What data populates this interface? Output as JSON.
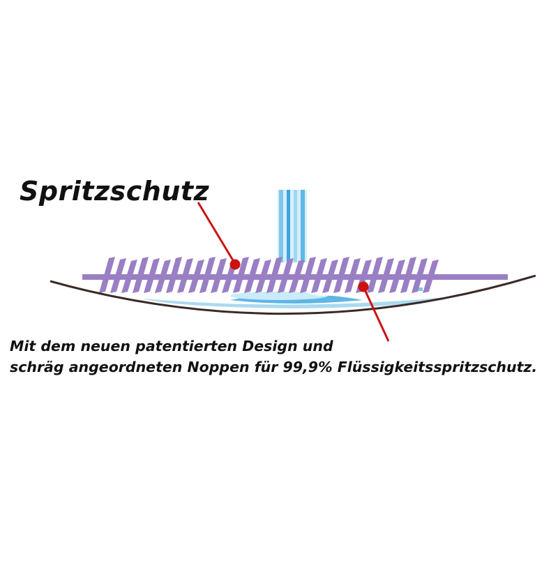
{
  "diagram": {
    "label": "Spritzschutz",
    "caption_lines": [
      "Mit dem neuen patentierten Design und",
      "schräg angeordneten Noppen für 99,9% Flüssigkeitsspritzschutz."
    ],
    "colors": {
      "background": "#ffffff",
      "text": "#111111",
      "bowl_outline": "#3a2a26",
      "bristles": "#9a7fc4",
      "stream": "#7ec8ec",
      "water": "#a9daf1",
      "pointer": "#cc1111"
    }
  }
}
